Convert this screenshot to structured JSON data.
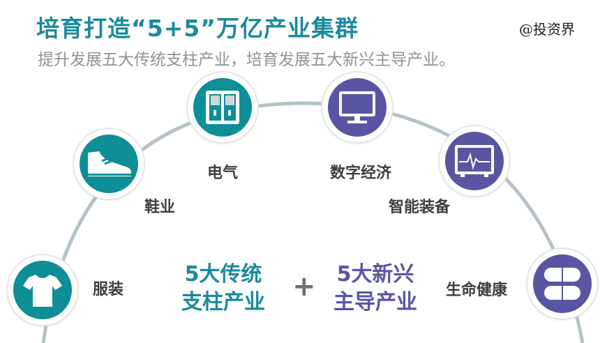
{
  "header": {
    "title": "培育打造“5+5”万亿产业集群",
    "subtitle": "提升发展五大传统支柱产业，培育发展五大新兴主导产业。",
    "watermark": "@投资界"
  },
  "colors": {
    "traditional": "#0e8e97",
    "emerging": "#5a55a2",
    "arc": "#b5c2c8"
  },
  "traditional_industries": [
    {
      "label": "服装",
      "icon": "tshirt-icon"
    },
    {
      "label": "鞋业",
      "icon": "shoe-icon"
    },
    {
      "label": "电气",
      "icon": "switch-panel-icon"
    }
  ],
  "emerging_industries": [
    {
      "label": "数字经济",
      "icon": "monitor-icon"
    },
    {
      "label": "智能装备",
      "icon": "heart-monitor-icon"
    },
    {
      "label": "生命健康",
      "icon": "pills-icon"
    }
  ],
  "center": {
    "left_line1": "5大传统",
    "left_line2": "支柱产业",
    "plus": "+",
    "right_line1": "5大新兴",
    "right_line2": "主导产业"
  }
}
